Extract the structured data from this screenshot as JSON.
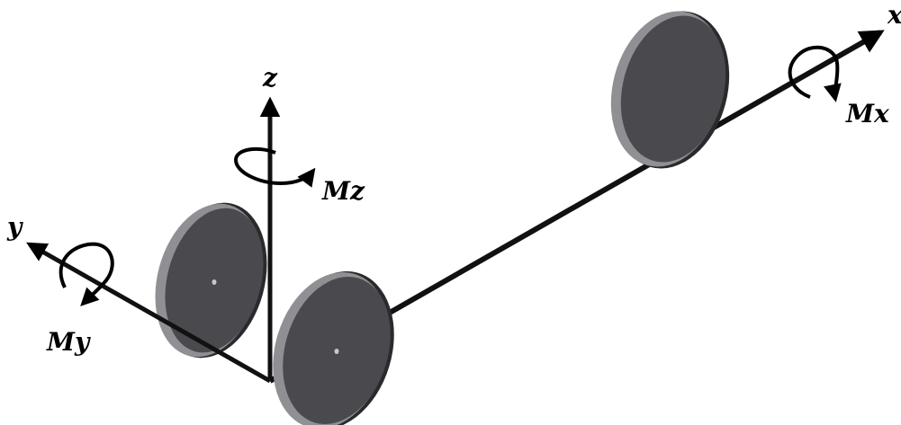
{
  "axes": {
    "x_label": "x",
    "y_label": "y",
    "z_label": "z"
  },
  "moments": {
    "mx_label": "Mx",
    "my_label": "My",
    "mz_label": "Mz"
  },
  "colors": {
    "background": "#ffffff",
    "shaft": "#111111",
    "wheel_face": "#4a4a4e",
    "wheel_rim": "#8f8f94",
    "wheel_rim_edge": "#2a2a2c",
    "hub": "#c8c8c8"
  }
}
